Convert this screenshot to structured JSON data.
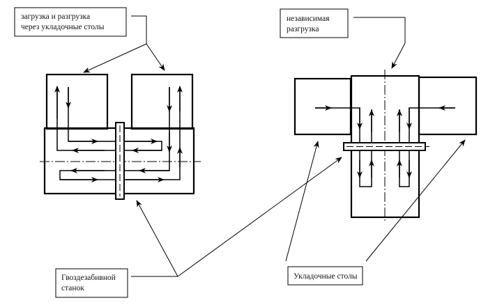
{
  "labels": {
    "load_unload": [
      "загрузка и разгрузка",
      "через укладочные столы"
    ],
    "independent_unload": [
      "независимая",
      "разгрузка"
    ],
    "nailing_machine": [
      "Гвоздезабивной",
      "станок"
    ],
    "stacking_tables": [
      "Укладочные столы"
    ]
  },
  "colors": {
    "line": "#000000",
    "background": "#ffffff"
  }
}
